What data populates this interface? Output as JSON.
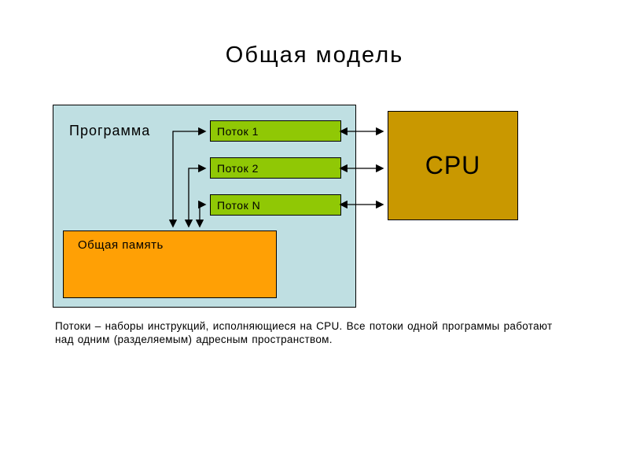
{
  "slide": {
    "title": "Общая модель",
    "background_color": "#ffffff",
    "text_color": "#000000"
  },
  "diagram": {
    "program": {
      "label": "Программа",
      "fill": "#bfdfe2",
      "border": "#000000"
    },
    "threads": [
      {
        "label": "Поток 1"
      },
      {
        "label": "Поток 2"
      },
      {
        "label": "Поток N"
      }
    ],
    "thread_fill": "#90c805",
    "shared_memory": {
      "label": "Общая память",
      "fill": "#ffa005"
    },
    "cpu": {
      "label": "CPU",
      "fill": "#c99800"
    },
    "arrow_color": "#000000",
    "connections": [
      "each thread <-> CPU (double-headed horizontal arrow)",
      "each thread -> shared memory (elbow arrow down)"
    ]
  },
  "caption": {
    "text": "Потоки – наборы инструкций, исполняющиеся на CPU. Все потоки одной программы работают над одним (разделяемым) адресным пространством."
  }
}
